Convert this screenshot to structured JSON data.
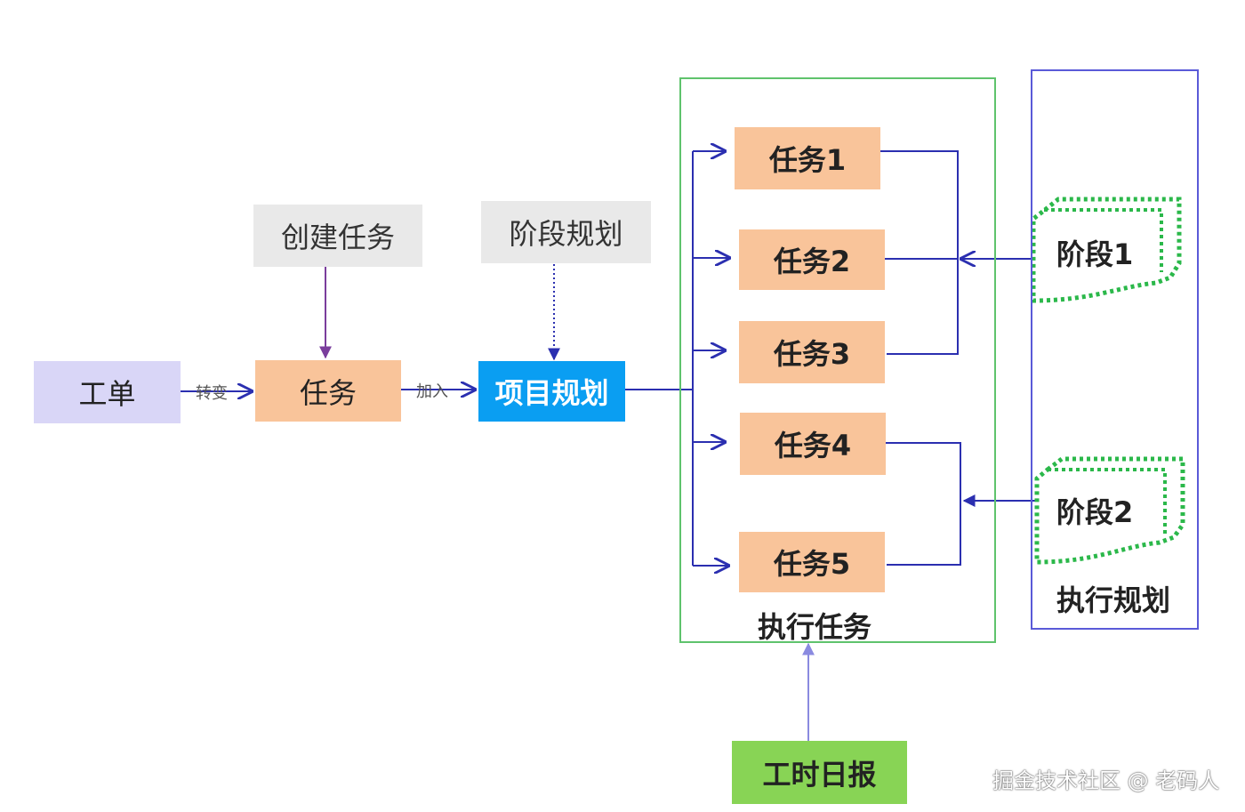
{
  "nodes": {
    "work_order": "工单",
    "task": "任务",
    "create_task": "创建任务",
    "stage_planning": "阶段规划",
    "project_planning": "项目规划",
    "task1": "任务1",
    "task2": "任务2",
    "task3": "任务3",
    "task4": "任务4",
    "task5": "任务5",
    "stage1": "阶段1",
    "stage2": "阶段2",
    "daily_report": "工时日报"
  },
  "edges": {
    "convert": "转变",
    "join": "加入"
  },
  "groups": {
    "execute_tasks": "执行任务",
    "execute_planning": "执行规划"
  },
  "watermark": "掘金技术社区 @ 老码人",
  "colors": {
    "arrow_blue": "#2b2fb0",
    "arrow_purple": "#7a3d9c",
    "green_frame": "#5fc36c",
    "blue_frame": "#5a5ad8",
    "dotted_green": "#2bb84a"
  }
}
